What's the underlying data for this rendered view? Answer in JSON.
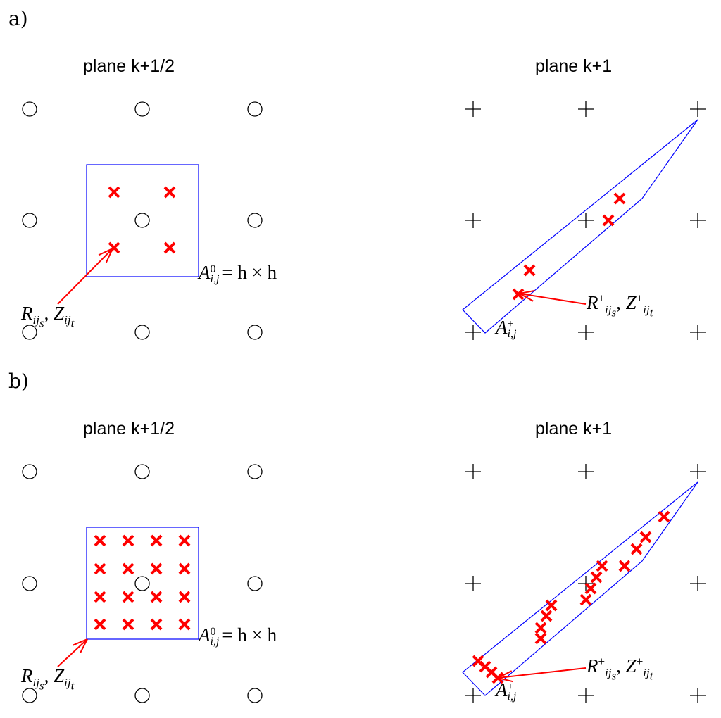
{
  "panels": [
    {
      "label": "a)",
      "left_title": "plane k+1/2",
      "right_title": "plane k+1",
      "area_label": {
        "base": "A",
        "sup": "0",
        "sub": "i,j",
        "rest": "= h × h"
      },
      "source_label": {
        "r": "R",
        "r_sub": "ij",
        "r_subsub": "s",
        "sep": ", ",
        "z": "Z",
        "z_sub": "ij",
        "z_subsub": "t"
      },
      "target_label": {
        "r": "R",
        "r_sup": "+",
        "r_sub": "ij",
        "r_subsub": "s",
        "sep": ", ",
        "z": "Z",
        "z_sup": "+",
        "z_sub": "ij",
        "z_subsub": "t"
      },
      "mapped_area_label": {
        "base": "A",
        "sup": "+",
        "sub": "i,j"
      },
      "sample_points": 4
    },
    {
      "label": "b)",
      "left_title": "plane k+1/2",
      "right_title": "plane k+1",
      "area_label": {
        "base": "A",
        "sup": "0",
        "sub": "i,j",
        "rest": "= h × h"
      },
      "source_label": {
        "r": "R",
        "r_sub": "ij",
        "r_subsub": "s",
        "sep": ", ",
        "z": "Z",
        "z_sub": "ij",
        "z_subsub": "t"
      },
      "target_label": {
        "r": "R",
        "r_sup": "+",
        "r_sub": "ij",
        "r_subsub": "s",
        "sep": ", ",
        "z": "Z",
        "z_sup": "+",
        "z_sub": "ij",
        "z_subsub": "t"
      },
      "mapped_area_label": {
        "base": "A",
        "sup": "+",
        "sub": "i,j"
      },
      "sample_points": 16
    }
  ],
  "colors": {
    "points": "#ff0000",
    "cell": "#0000ff",
    "grid": "#000000"
  }
}
